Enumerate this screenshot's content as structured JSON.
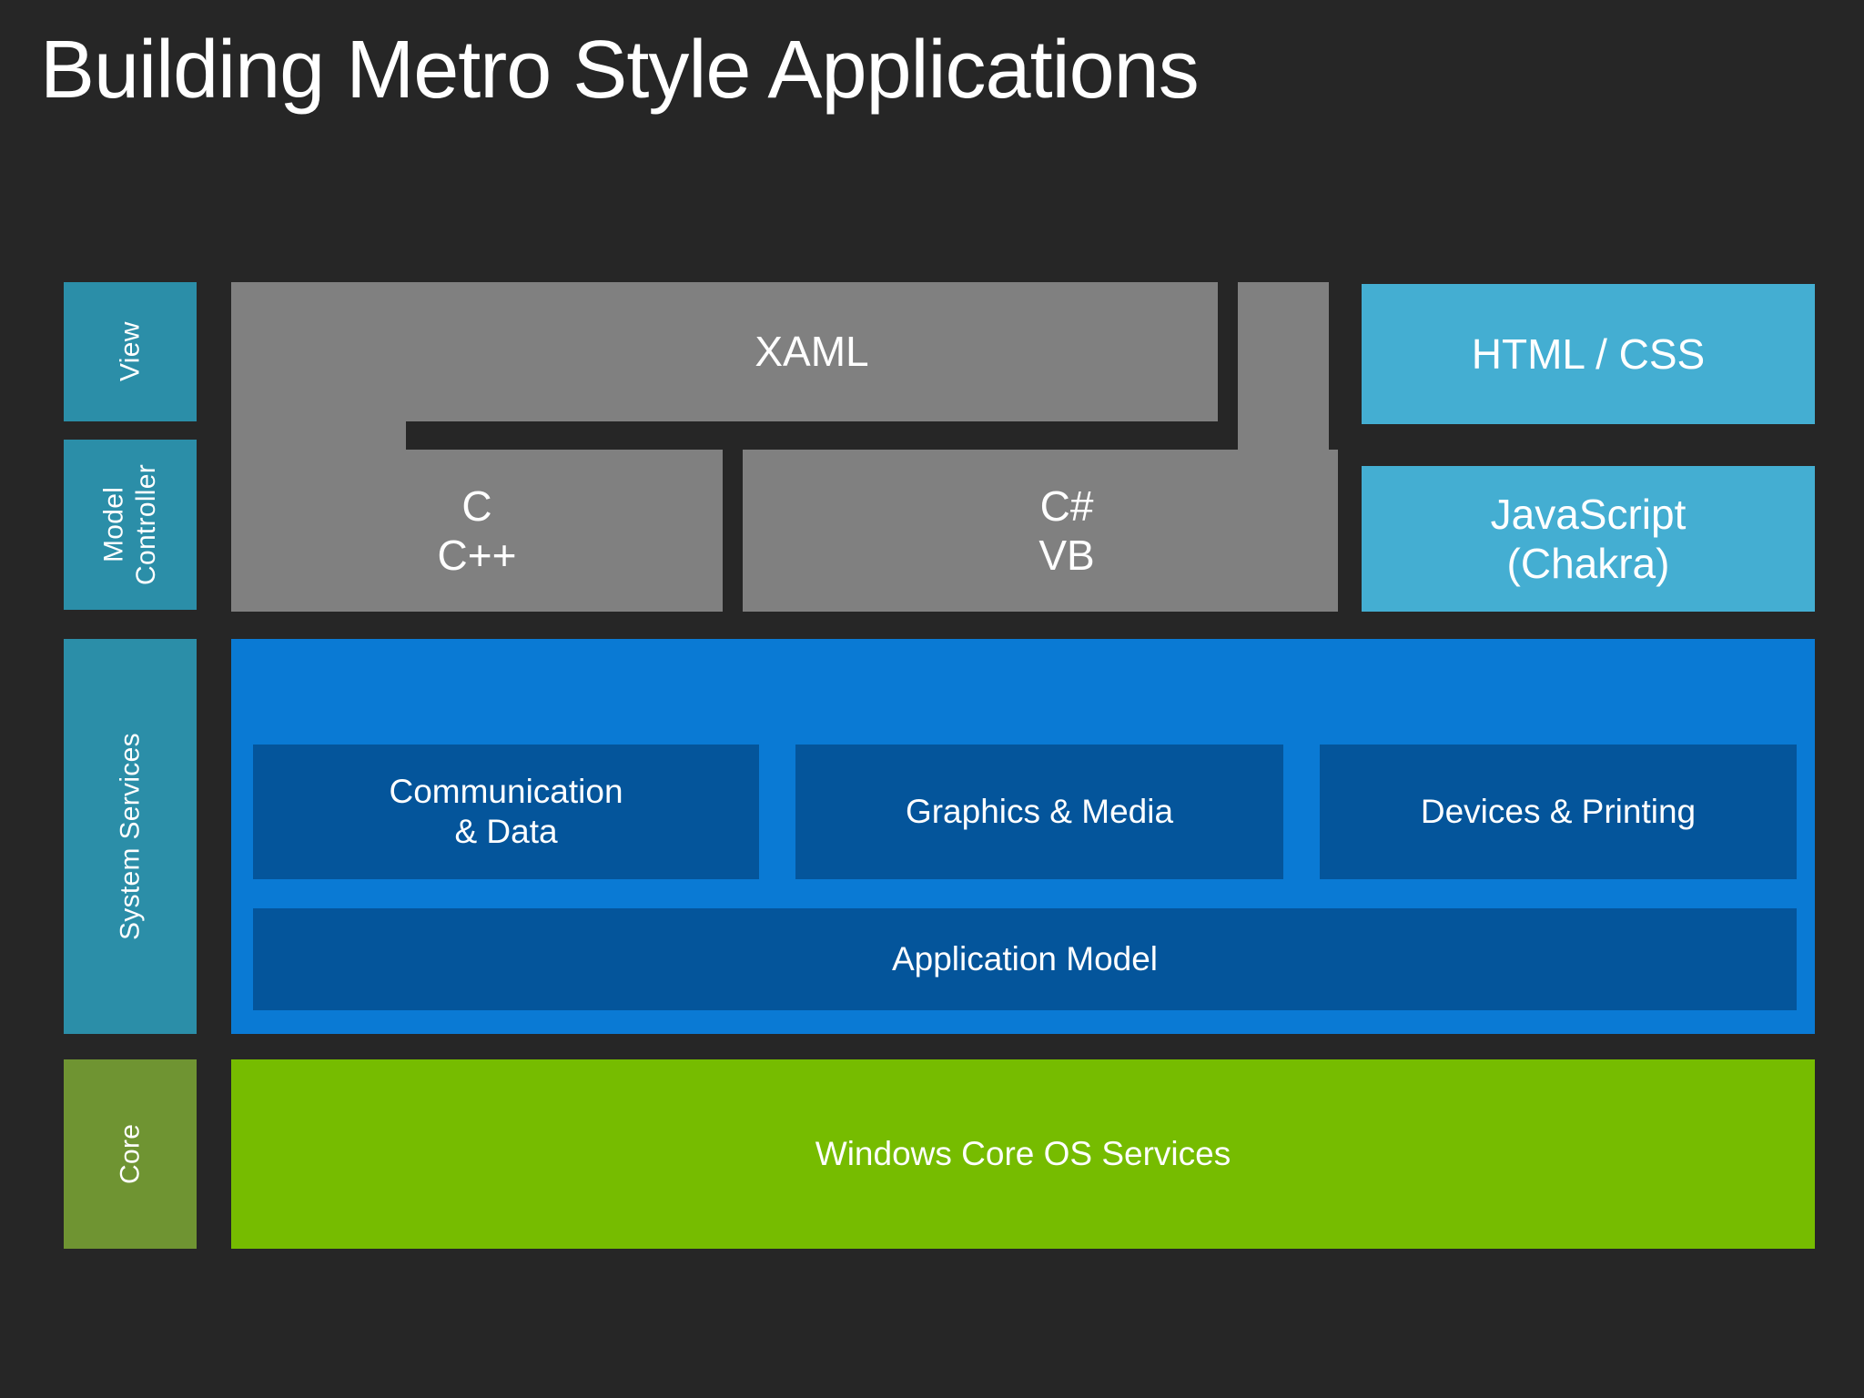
{
  "slide": {
    "title": "Building Metro Style Applications",
    "background_color": "#262626"
  },
  "colors": {
    "rail_teal": "#2B8EA8",
    "rail_olive": "#6F9432",
    "grey": "#808080",
    "light_blue": "#44AED2",
    "blue": "#0A7AD4",
    "dark_blue": "#04559B",
    "green": "#76BC00",
    "text": "#FFFFFF"
  },
  "rail": {
    "items": [
      {
        "label": "View",
        "color": "#2B8EA8"
      },
      {
        "label": "Model\nController",
        "color": "#2B8EA8"
      },
      {
        "label": "System Services",
        "color": "#2B8EA8"
      },
      {
        "label": "Core",
        "color": "#6F9432"
      }
    ]
  },
  "presentation_layer": {
    "xaml": "XAML",
    "native_languages": "C\nC++",
    "managed_languages": "C#\nVB"
  },
  "web_layer": {
    "markup": "HTML / CSS",
    "script": "JavaScript\n(Chakra)"
  },
  "system_services": {
    "tiles": [
      "Communication\n& Data",
      "Graphics & Media",
      "Devices & Printing"
    ],
    "application_model": "Application Model"
  },
  "core_layer": {
    "label": "Windows Core OS Services"
  }
}
